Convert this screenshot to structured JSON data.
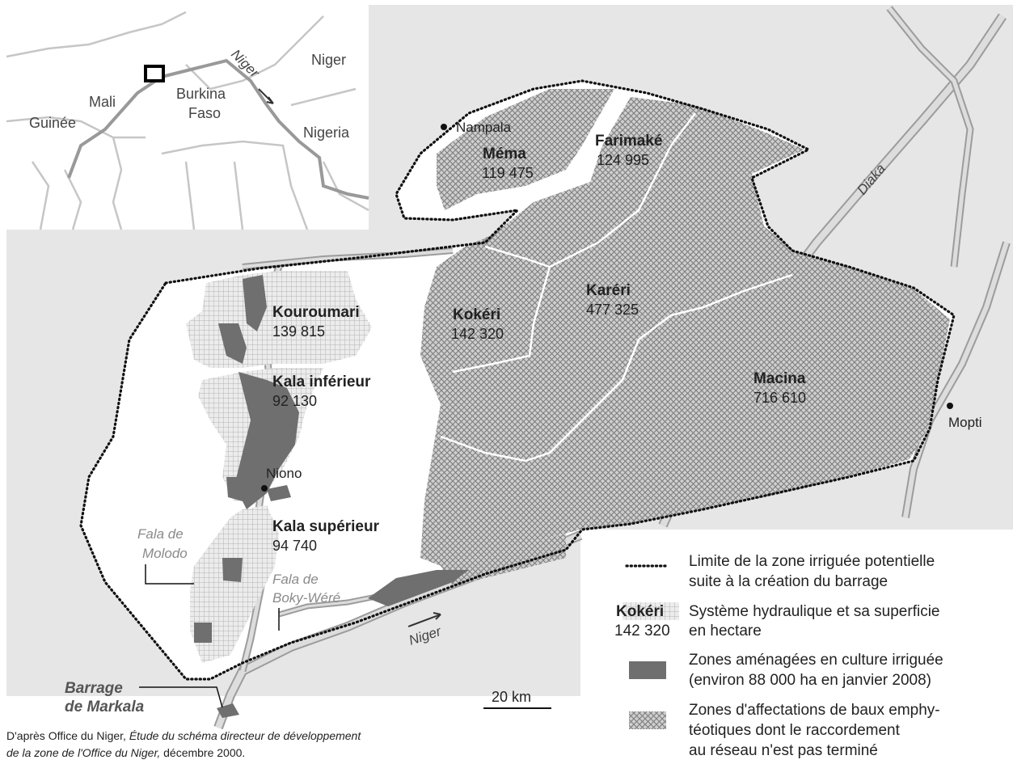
{
  "colors": {
    "sea": "#e6e6e6",
    "land": "#ffffff",
    "river_fill": "#d9d9d9",
    "river_edge": "#9a9a9a",
    "hatch": "#8f8f8f",
    "light_grid": "#b5b5b5",
    "developed": "#6f6f6f",
    "text": "#222222",
    "italic_grey": "#8a8a8a"
  },
  "inset": {
    "countries": [
      "Niger",
      "Mali",
      "Burkina",
      "Faso",
      "Guinée",
      "Nigeria"
    ],
    "river_label": "Niger"
  },
  "systems": [
    {
      "id": "mema",
      "name": "Méma",
      "area": "119 475"
    },
    {
      "id": "farimake",
      "name": "Farimaké",
      "area": "124 995"
    },
    {
      "id": "kokeri",
      "name": "Kokéri",
      "area": "142 320"
    },
    {
      "id": "kareri",
      "name": "Karéri",
      "area": "477 325"
    },
    {
      "id": "macina",
      "name": "Macina",
      "area": "716 610"
    },
    {
      "id": "kouroumari",
      "name": "Kouroumari",
      "area": "139 815"
    },
    {
      "id": "kala-inferieur",
      "name": "Kala inférieur",
      "area": "92 130"
    },
    {
      "id": "kala-superieur",
      "name": "Kala supérieur",
      "area": "94 740"
    }
  ],
  "places": {
    "nampala": "Nampala",
    "niono": "Niono",
    "mopti": "Mopti",
    "diaka": "Diaka",
    "niger_river": "Niger",
    "fala_molodo_1": "Fala de",
    "fala_molodo_2": "Molodo",
    "fala_boky_1": "Fala de",
    "fala_boky_2": "Boky-Wéré",
    "barrage_1": "Barrage",
    "barrage_2": "de Markala"
  },
  "scale": {
    "label": "20 km"
  },
  "legend": {
    "limit_1": "Limite de la zone irriguée potentielle",
    "limit_2": "suite à la création du  barrage",
    "sample_name": "Kokéri",
    "sample_area": "142 320",
    "system_1": "Système hydraulique et sa superficie",
    "system_2": "en hectare",
    "developed_1": "Zones aménagées en culture irriguée",
    "developed_2": "(environ 88 000 ha en janvier 2008)",
    "lease_1": "Zones d'affectations de baux emphy-",
    "lease_2": "téotiques dont le raccordement",
    "lease_3": "au réseau n'est pas terminé"
  },
  "source": {
    "prefix": "D'après Office du Niger, ",
    "title_1": "Étude du schéma directeur de développement",
    "title_2": "de la zone de l'Office du Niger,",
    "suffix": " décembre 2000."
  }
}
